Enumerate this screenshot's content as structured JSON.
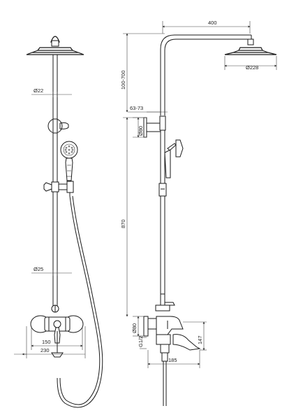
{
  "front_view": {
    "dim_pipe_upper": "Ø22",
    "dim_pipe_lower": "Ø25",
    "dim_inner_width": "150",
    "dim_outer_width": "230"
  },
  "side_view": {
    "dim_arm_length": "400",
    "dim_head_diameter": "Ø228",
    "dim_height_range": "100-700",
    "dim_clamp_range": "63-73",
    "dim_flange_upper": "Ø80",
    "dim_bar_height": "870",
    "dim_flange_lower": "Ø80",
    "dim_thread": "G1/2",
    "dim_spout_height": "147",
    "dim_spout_reach": "185"
  }
}
